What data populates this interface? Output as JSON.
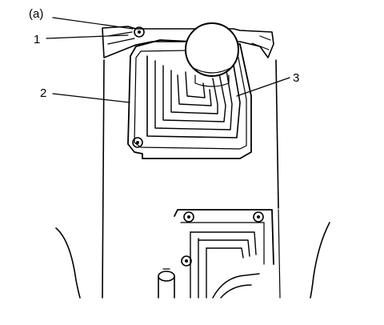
{
  "callouts": {
    "a": "(a)",
    "one": "1",
    "two": "2",
    "three": "3"
  },
  "colors": {
    "ink": "#000000",
    "paper": "#ffffff"
  }
}
